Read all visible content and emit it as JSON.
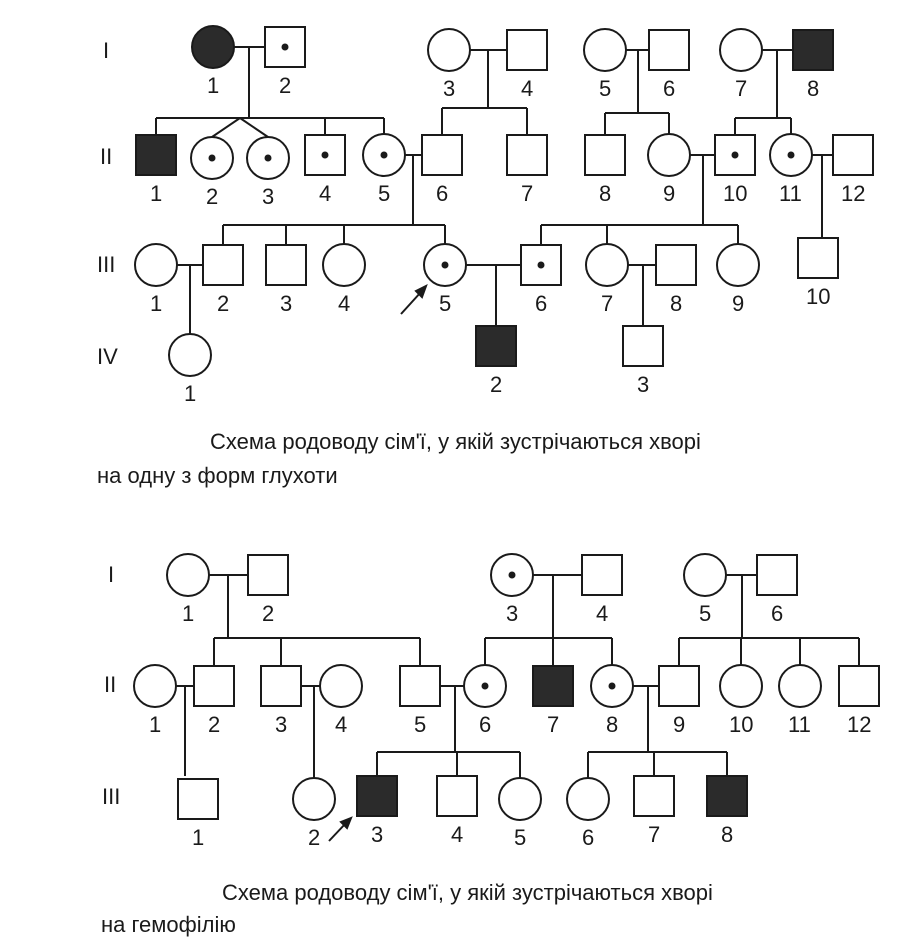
{
  "colors": {
    "line": "#1a1a1a",
    "affected": "#2b2b2b",
    "background": "#ffffff"
  },
  "pedigrees": [
    {
      "caption": [
        "Схема родоводу сім'ї, у якій зустрічаються хворі",
        "на одну з форм глухоти"
      ],
      "generations": [
        "I",
        "II",
        "III",
        "IV"
      ],
      "members": [
        {
          "id": "A-I-1",
          "gen": "I",
          "label": "1",
          "sex": "female",
          "status": "affected"
        },
        {
          "id": "A-I-2",
          "gen": "I",
          "label": "2",
          "sex": "male",
          "status": "carrier"
        },
        {
          "id": "A-I-3",
          "gen": "I",
          "label": "3",
          "sex": "female",
          "status": "normal"
        },
        {
          "id": "A-I-4",
          "gen": "I",
          "label": "4",
          "sex": "male",
          "status": "normal"
        },
        {
          "id": "A-I-5",
          "gen": "I",
          "label": "5",
          "sex": "female",
          "status": "normal"
        },
        {
          "id": "A-I-6",
          "gen": "I",
          "label": "6",
          "sex": "male",
          "status": "normal"
        },
        {
          "id": "A-I-7",
          "gen": "I",
          "label": "7",
          "sex": "female",
          "status": "normal"
        },
        {
          "id": "A-I-8",
          "gen": "I",
          "label": "8",
          "sex": "male",
          "status": "affected"
        },
        {
          "id": "A-II-1",
          "gen": "II",
          "label": "1",
          "sex": "male",
          "status": "affected"
        },
        {
          "id": "A-II-2",
          "gen": "II",
          "label": "2",
          "sex": "female",
          "status": "carrier"
        },
        {
          "id": "A-II-3",
          "gen": "II",
          "label": "3",
          "sex": "female",
          "status": "carrier"
        },
        {
          "id": "A-II-4",
          "gen": "II",
          "label": "4",
          "sex": "male",
          "status": "carrier"
        },
        {
          "id": "A-II-5",
          "gen": "II",
          "label": "5",
          "sex": "female",
          "status": "carrier"
        },
        {
          "id": "A-II-6",
          "gen": "II",
          "label": "6",
          "sex": "male",
          "status": "normal"
        },
        {
          "id": "A-II-7",
          "gen": "II",
          "label": "7",
          "sex": "male",
          "status": "normal"
        },
        {
          "id": "A-II-8",
          "gen": "II",
          "label": "8",
          "sex": "male",
          "status": "normal"
        },
        {
          "id": "A-II-9",
          "gen": "II",
          "label": "9",
          "sex": "female",
          "status": "normal"
        },
        {
          "id": "A-II-10",
          "gen": "II",
          "label": "10",
          "sex": "male",
          "status": "carrier"
        },
        {
          "id": "A-II-11",
          "gen": "II",
          "label": "11",
          "sex": "female",
          "status": "carrier"
        },
        {
          "id": "A-II-12",
          "gen": "II",
          "label": "12",
          "sex": "male",
          "status": "normal"
        },
        {
          "id": "A-III-1",
          "gen": "III",
          "label": "1",
          "sex": "female",
          "status": "normal"
        },
        {
          "id": "A-III-2",
          "gen": "III",
          "label": "2",
          "sex": "male",
          "status": "normal"
        },
        {
          "id": "A-III-3",
          "gen": "III",
          "label": "3",
          "sex": "male",
          "status": "normal"
        },
        {
          "id": "A-III-4",
          "gen": "III",
          "label": "4",
          "sex": "female",
          "status": "normal"
        },
        {
          "id": "A-III-5",
          "gen": "III",
          "label": "5",
          "sex": "female",
          "status": "carrier",
          "proband": true
        },
        {
          "id": "A-III-6",
          "gen": "III",
          "label": "6",
          "sex": "male",
          "status": "carrier"
        },
        {
          "id": "A-III-7",
          "gen": "III",
          "label": "7",
          "sex": "female",
          "status": "normal"
        },
        {
          "id": "A-III-8",
          "gen": "III",
          "label": "8",
          "sex": "male",
          "status": "normal"
        },
        {
          "id": "A-III-9",
          "gen": "III",
          "label": "9",
          "sex": "female",
          "status": "normal"
        },
        {
          "id": "A-III-10",
          "gen": "III",
          "label": "10",
          "sex": "male",
          "status": "normal"
        },
        {
          "id": "A-IV-1",
          "gen": "IV",
          "label": "1",
          "sex": "female",
          "status": "normal"
        },
        {
          "id": "A-IV-2",
          "gen": "IV",
          "label": "2",
          "sex": "male",
          "status": "affected"
        },
        {
          "id": "A-IV-3",
          "gen": "IV",
          "label": "3",
          "sex": "male",
          "status": "normal"
        }
      ]
    },
    {
      "caption": [
        "Схема родоводу сім'ї, у якій зустрічаються хворі",
        "на гемофілію"
      ],
      "generations": [
        "I",
        "II",
        "III"
      ],
      "members": [
        {
          "id": "B-I-1",
          "gen": "I",
          "label": "1",
          "sex": "female",
          "status": "normal"
        },
        {
          "id": "B-I-2",
          "gen": "I",
          "label": "2",
          "sex": "male",
          "status": "normal"
        },
        {
          "id": "B-I-3",
          "gen": "I",
          "label": "3",
          "sex": "female",
          "status": "carrier"
        },
        {
          "id": "B-I-4",
          "gen": "I",
          "label": "4",
          "sex": "male",
          "status": "normal"
        },
        {
          "id": "B-I-5",
          "gen": "I",
          "label": "5",
          "sex": "female",
          "status": "normal"
        },
        {
          "id": "B-I-6",
          "gen": "I",
          "label": "6",
          "sex": "male",
          "status": "normal"
        },
        {
          "id": "B-II-1",
          "gen": "II",
          "label": "1",
          "sex": "female",
          "status": "normal"
        },
        {
          "id": "B-II-2",
          "gen": "II",
          "label": "2",
          "sex": "male",
          "status": "normal"
        },
        {
          "id": "B-II-3",
          "gen": "II",
          "label": "3",
          "sex": "male",
          "status": "normal"
        },
        {
          "id": "B-II-4",
          "gen": "II",
          "label": "4",
          "sex": "female",
          "status": "normal"
        },
        {
          "id": "B-II-5",
          "gen": "II",
          "label": "5",
          "sex": "male",
          "status": "normal"
        },
        {
          "id": "B-II-6",
          "gen": "II",
          "label": "6",
          "sex": "female",
          "status": "carrier"
        },
        {
          "id": "B-II-7",
          "gen": "II",
          "label": "7",
          "sex": "male",
          "status": "affected"
        },
        {
          "id": "B-II-8",
          "gen": "II",
          "label": "8",
          "sex": "female",
          "status": "carrier"
        },
        {
          "id": "B-II-9",
          "gen": "II",
          "label": "9",
          "sex": "male",
          "status": "normal"
        },
        {
          "id": "B-II-10",
          "gen": "II",
          "label": "10",
          "sex": "female",
          "status": "normal"
        },
        {
          "id": "B-II-11",
          "gen": "II",
          "label": "11",
          "sex": "female",
          "status": "normal"
        },
        {
          "id": "B-II-12",
          "gen": "II",
          "label": "12",
          "sex": "male",
          "status": "normal"
        },
        {
          "id": "B-III-1",
          "gen": "III",
          "label": "1",
          "sex": "male",
          "status": "normal"
        },
        {
          "id": "B-III-2",
          "gen": "III",
          "label": "2",
          "sex": "female",
          "status": "normal"
        },
        {
          "id": "B-III-3",
          "gen": "III",
          "label": "3",
          "sex": "male",
          "status": "affected",
          "proband": true
        },
        {
          "id": "B-III-4",
          "gen": "III",
          "label": "4",
          "sex": "male",
          "status": "normal"
        },
        {
          "id": "B-III-5",
          "gen": "III",
          "label": "5",
          "sex": "female",
          "status": "normal"
        },
        {
          "id": "B-III-6",
          "gen": "III",
          "label": "6",
          "sex": "female",
          "status": "normal"
        },
        {
          "id": "B-III-7",
          "gen": "III",
          "label": "7",
          "sex": "male",
          "status": "normal"
        },
        {
          "id": "B-III-8",
          "gen": "III",
          "label": "8",
          "sex": "male",
          "status": "affected"
        }
      ]
    }
  ]
}
